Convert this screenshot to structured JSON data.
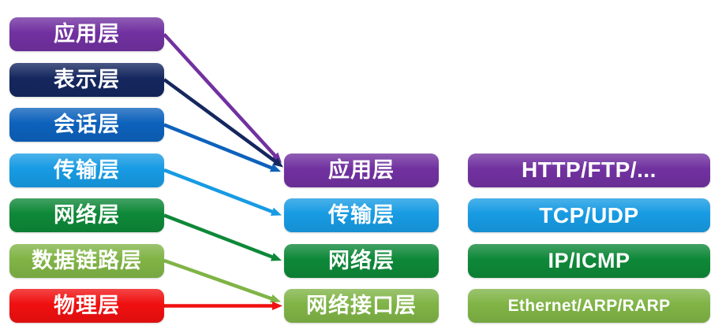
{
  "osi_layers": [
    {
      "label": "应用层",
      "color": "#7131A0"
    },
    {
      "label": "表示层",
      "color": "#15275F"
    },
    {
      "label": "会话层",
      "color": "#0D62BC"
    },
    {
      "label": "传输层",
      "color": "#179BE3"
    },
    {
      "label": "网络层",
      "color": "#0E8838"
    },
    {
      "label": "数据链路层",
      "color": "#80B446"
    },
    {
      "label": "物理层",
      "color": "#F01010"
    }
  ],
  "tcpip_layers": [
    {
      "label": "应用层",
      "color": "#7131A0"
    },
    {
      "label": "传输层",
      "color": "#179BE3"
    },
    {
      "label": "网络层",
      "color": "#0E8838"
    },
    {
      "label": "网络接口层",
      "color": "#80B446"
    }
  ],
  "protocols": [
    {
      "label": "HTTP/FTP/...",
      "color": "#7131A0"
    },
    {
      "label": "TCP/UDP",
      "color": "#179BE3"
    },
    {
      "label": "IP/ICMP",
      "color": "#0E8838"
    },
    {
      "label": "Ethernet/ARP/RARP",
      "color": "#80B446"
    }
  ],
  "arrows": [
    {
      "from": "应用层",
      "to": "应用层",
      "color": "#7131A0"
    },
    {
      "from": "表示层",
      "to": "应用层",
      "color": "#15275F"
    },
    {
      "from": "会话层",
      "to": "应用层",
      "color": "#0D62BC"
    },
    {
      "from": "传输层",
      "to": "传输层",
      "color": "#179BE3"
    },
    {
      "from": "网络层",
      "to": "网络层",
      "color": "#0E8838"
    },
    {
      "from": "数据链路层",
      "to": "网络接口层",
      "color": "#80B446"
    },
    {
      "from": "物理层",
      "to": "网络接口层",
      "color": "#F01010"
    }
  ]
}
